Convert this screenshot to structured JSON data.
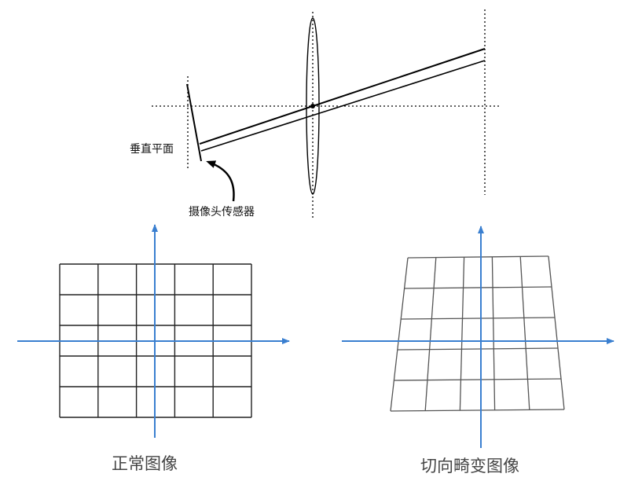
{
  "top_diagram": {
    "vertical_plane_label": "垂直平面",
    "sensor_label": "摄像头传感器"
  },
  "normal_image": {
    "caption": "正常图像",
    "grid_rows": 5,
    "grid_cols": 5
  },
  "tangential_image": {
    "caption": "切向畸变图像",
    "grid_rows": 5,
    "grid_cols": 5
  },
  "colors": {
    "axis": "#3a7fd0",
    "grid_normal": "#222222",
    "grid_distorted": "#555555",
    "line": "#000000"
  }
}
